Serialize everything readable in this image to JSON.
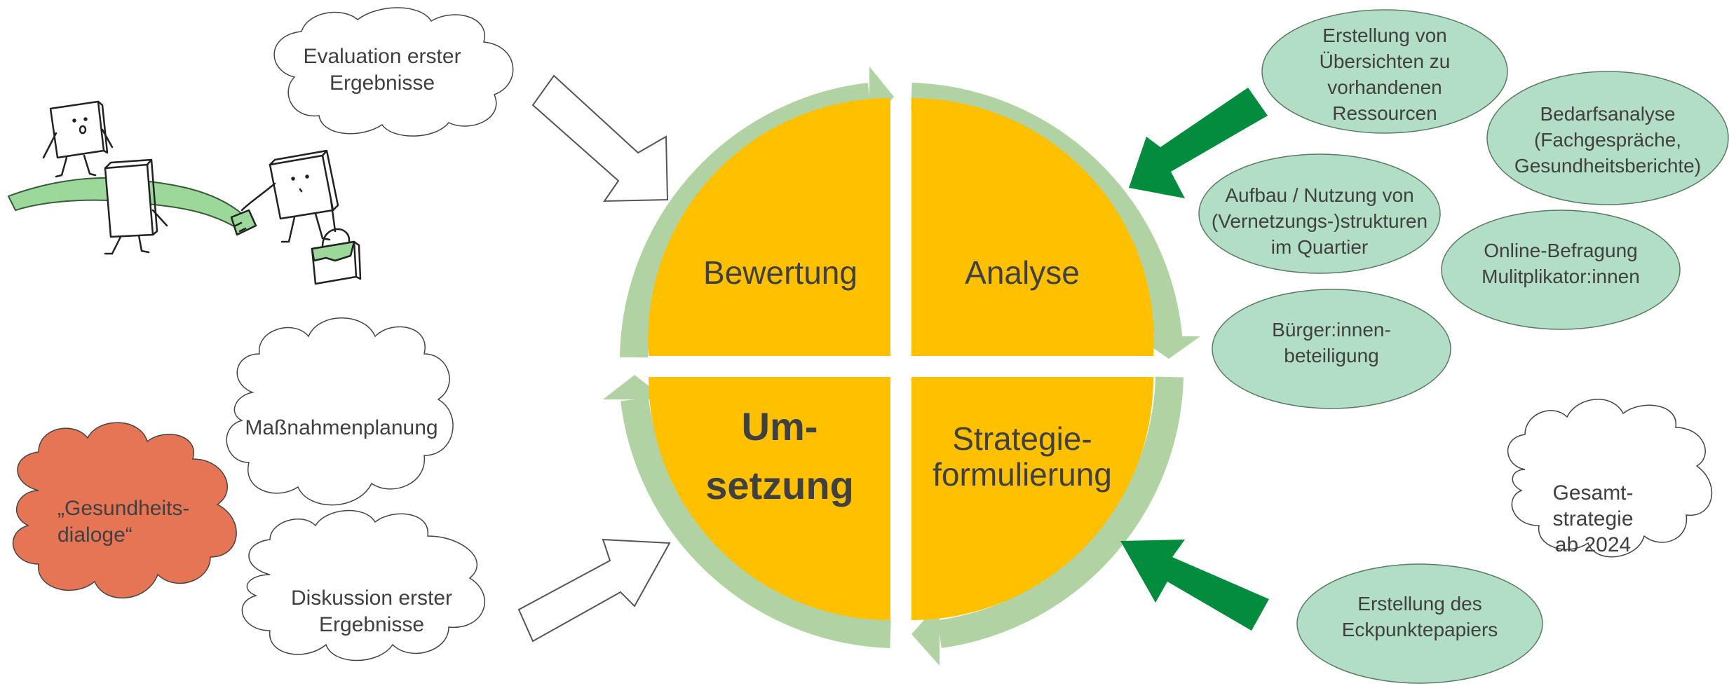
{
  "colors": {
    "quadrant": "#FFC000",
    "ring": "#B1D3A3",
    "arrow_green": "#038B3E",
    "ellipse_fill": "#B3DEC6",
    "ellipse_stroke": "#5A7A66",
    "cloud_orange": "#E67556",
    "cloud_white": "#FFFFFF",
    "text": "#404040"
  },
  "quadrants": {
    "bewertung": "Bewertung",
    "analyse": "Analyse",
    "umsetzung": [
      "Um-",
      "setzung"
    ],
    "strategie": [
      "Strategie-",
      "formulierung"
    ]
  },
  "clouds": {
    "evaluation": [
      "Evaluation erster",
      "Ergebnisse"
    ],
    "massnahmen": [
      "Maßnahmenplanung"
    ],
    "dialoge": [
      "„Gesundheits-",
      "dialoge“"
    ],
    "diskussion": [
      "Diskussion erster",
      "Ergebnisse"
    ],
    "gesamtstrategie": [
      "Gesamt-",
      "strategie",
      "ab 2024"
    ]
  },
  "ellipses": {
    "uebersichten": [
      "Erstellung von",
      "Übersichten zu",
      "vorhandenen",
      "Ressourcen"
    ],
    "bedarfsanalyse": [
      "Bedarfsanalyse",
      "(Fachgespräche,",
      "Gesundheitsberichte)"
    ],
    "vernetzung": [
      "Aufbau / Nutzung von",
      "(Vernetzungs-)strukturen",
      "im Quartier"
    ],
    "befragung": [
      "Online-Befragung",
      "Mulitplikator:innen"
    ],
    "beteiligung": [
      "Bürger:innen-",
      "beteiligung"
    ],
    "eckpunkte": [
      "Erstellung des",
      "Eckpunktepapiers"
    ]
  }
}
